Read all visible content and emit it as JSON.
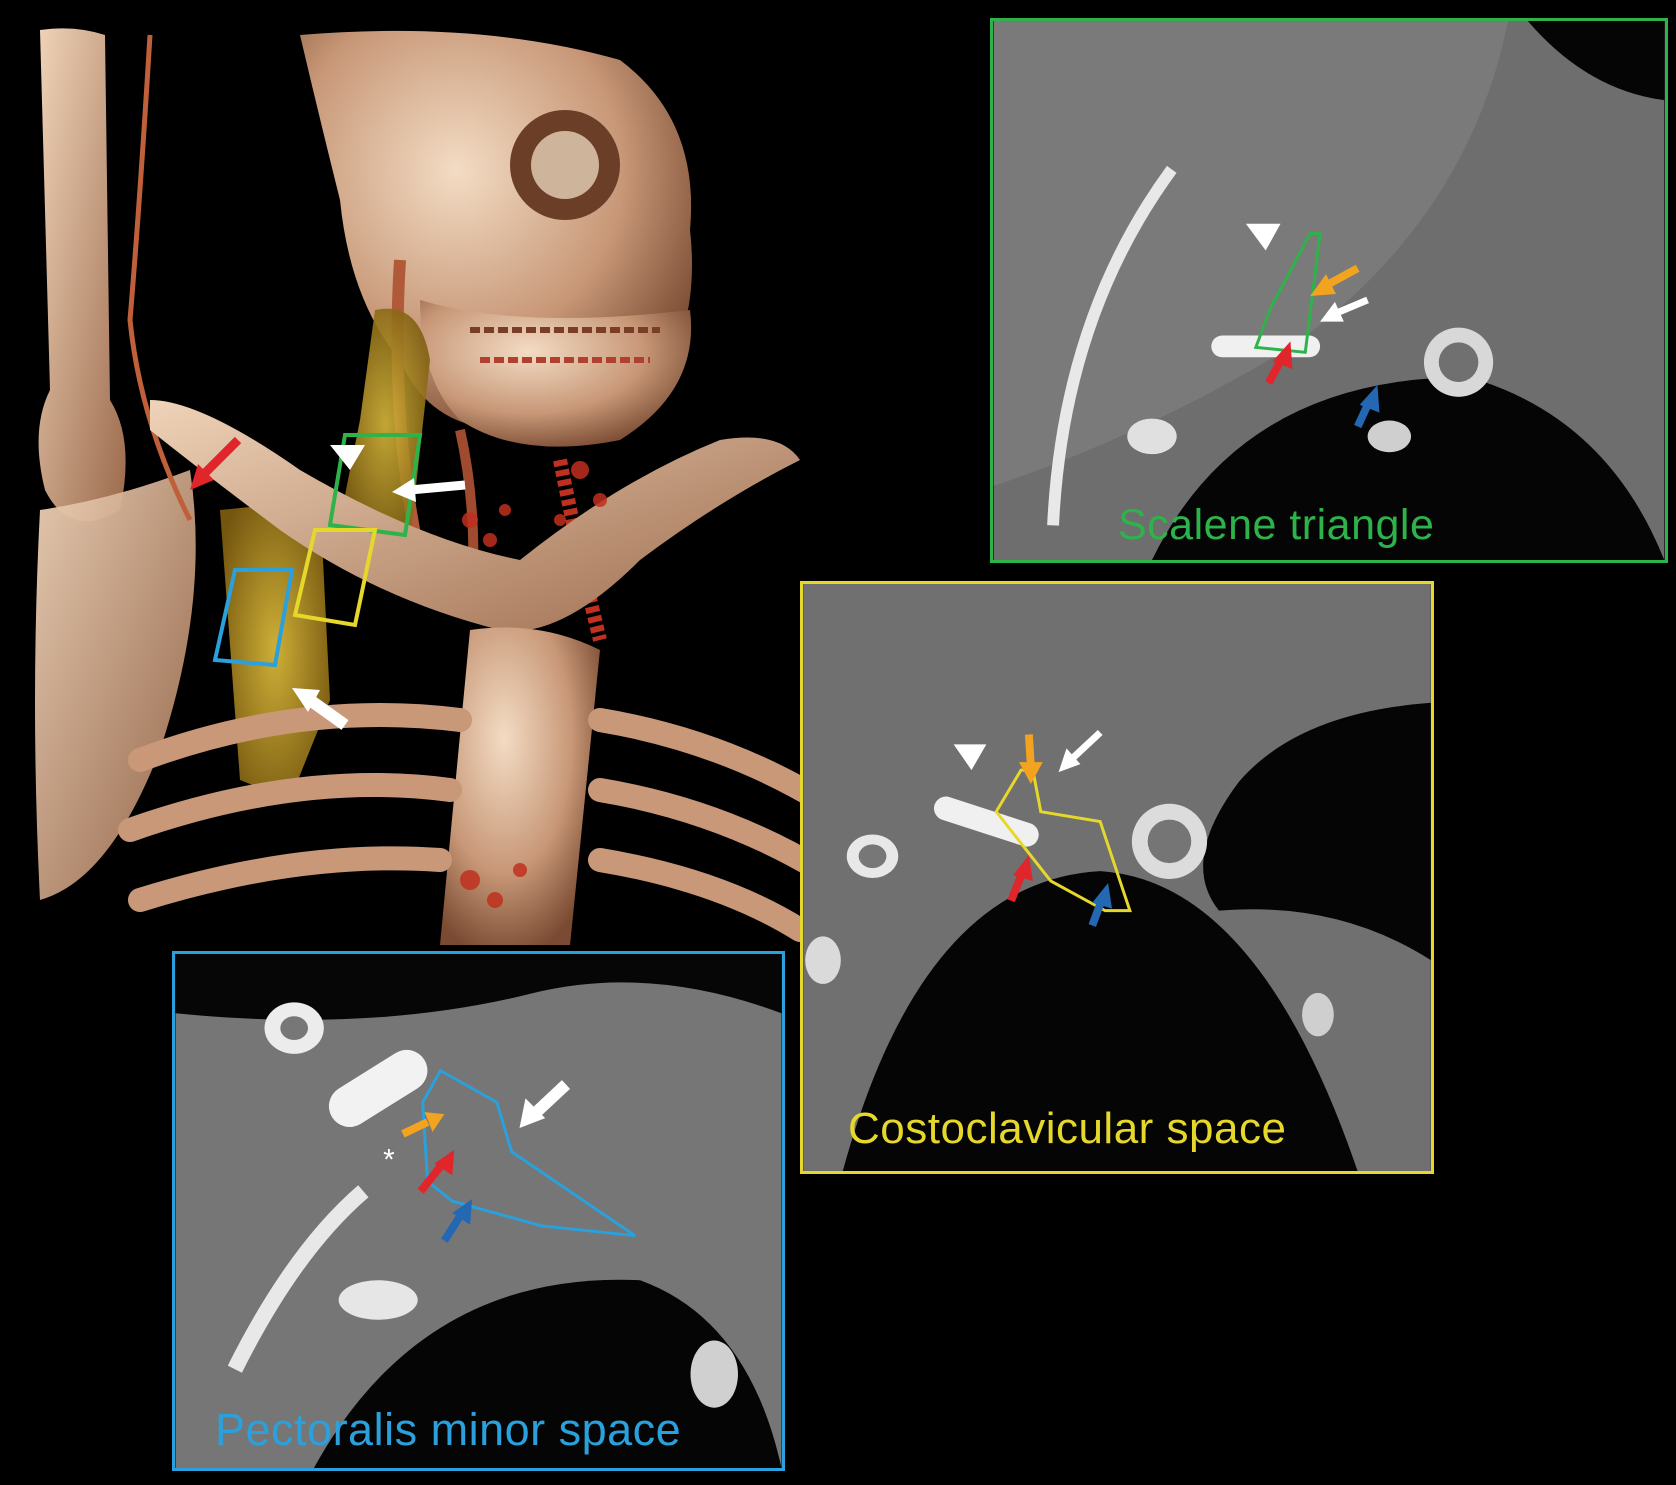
{
  "figure": {
    "panels": [
      {
        "id": "render",
        "kind": "3d-volume-rendering",
        "marker_colors": [
          "#2db34a",
          "#e6d82a",
          "#2aa0dc"
        ]
      },
      {
        "id": "scalene",
        "label": "Scalene triangle",
        "accent": "#2db34a"
      },
      {
        "id": "costo",
        "label": "Costoclavicular space",
        "accent": "#e6d82a"
      },
      {
        "id": "pect",
        "label": "Pectoralis minor space",
        "accent": "#2aa0dc"
      }
    ],
    "annotation_symbols": {
      "asterisk": "*"
    },
    "arrow_colors": {
      "red": "#e0262a",
      "orange": "#f2a31f",
      "white": "#ffffff",
      "blue": "#2467b3"
    }
  }
}
